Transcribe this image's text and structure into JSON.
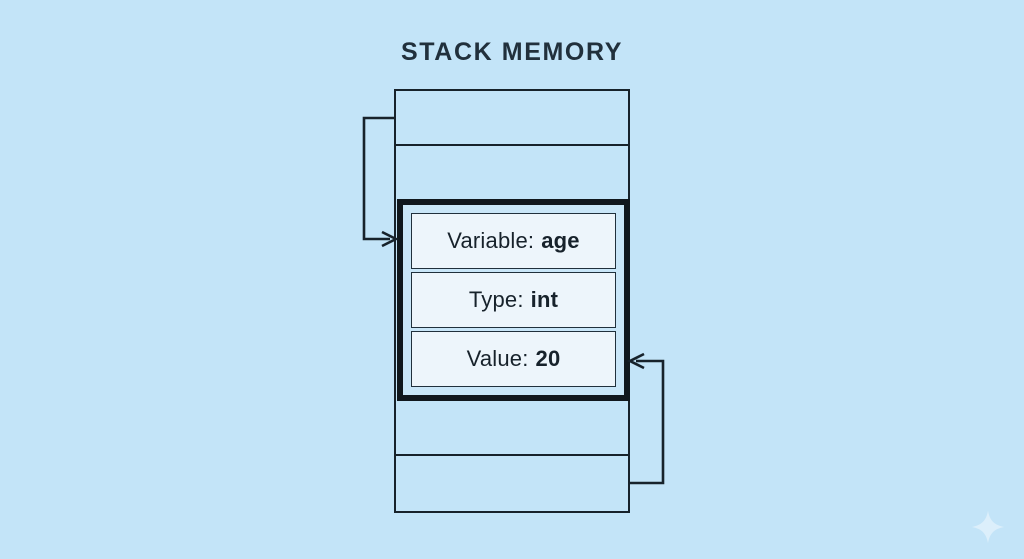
{
  "diagram": {
    "title": "STACK MEMORY",
    "background_color": "#c3e4f8",
    "line_color": "#17222b",
    "highlight_border_color": "#10171d",
    "entry_fill_color": "#edf5fb"
  },
  "stack": {
    "slots": [
      {
        "name": "empty-slot-top-1",
        "label": ""
      },
      {
        "name": "empty-slot-top-2",
        "label": ""
      },
      {
        "name": "empty-slot-bottom-1",
        "label": ""
      },
      {
        "name": "empty-slot-bottom-2",
        "label": ""
      }
    ]
  },
  "highlighted_entry": {
    "rows": [
      {
        "label": "Variable:",
        "value": "age"
      },
      {
        "label": "Type:",
        "value": "int"
      },
      {
        "label": "Value:",
        "value": "20"
      }
    ]
  },
  "connectors": [
    {
      "name": "left-connector-arrow",
      "direction": "right",
      "from": "stack-top-section",
      "to": "highlighted-entry"
    },
    {
      "name": "right-connector-arrow",
      "direction": "left",
      "from": "stack-bottom-section",
      "to": "highlighted-entry"
    }
  ],
  "watermark": {
    "icon": "sparkle-icon"
  }
}
